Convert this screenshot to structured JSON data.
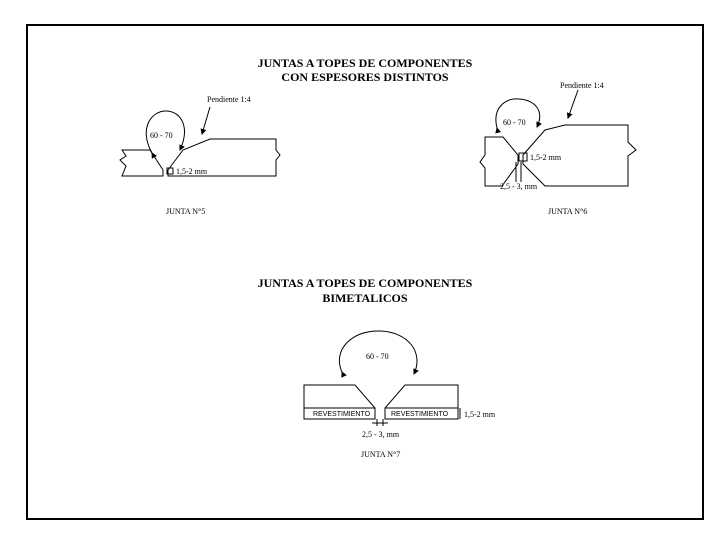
{
  "titles": {
    "section1_line1": "JUNTAS A TOPES DE COMPONENTES",
    "section1_line2": "CON ESPESORES DISTINTOS",
    "section2_line1": "JUNTAS A TOPES DE COMPONENTES",
    "section2_line2": "BIMETALICOS"
  },
  "joint5": {
    "slope": "Pendiente 1:4",
    "angle": "60 - 70",
    "gap": "1,5-2 mm",
    "name": "JUNTA N°5"
  },
  "joint6": {
    "slope": "Pendiente 1:4",
    "angle": "60 - 70",
    "gap": "1,5-2 mm",
    "root": "2,5 - 3, mm",
    "name": "JUNTA N°6"
  },
  "joint7": {
    "angle": "60 - 70",
    "cladding_left": "REVESTIMIENTO",
    "cladding_right": "REVESTIMIENTO",
    "gap": "1,5-2 mm",
    "root": "2,5 - 3, mm",
    "name": "JUNTA N°7"
  }
}
